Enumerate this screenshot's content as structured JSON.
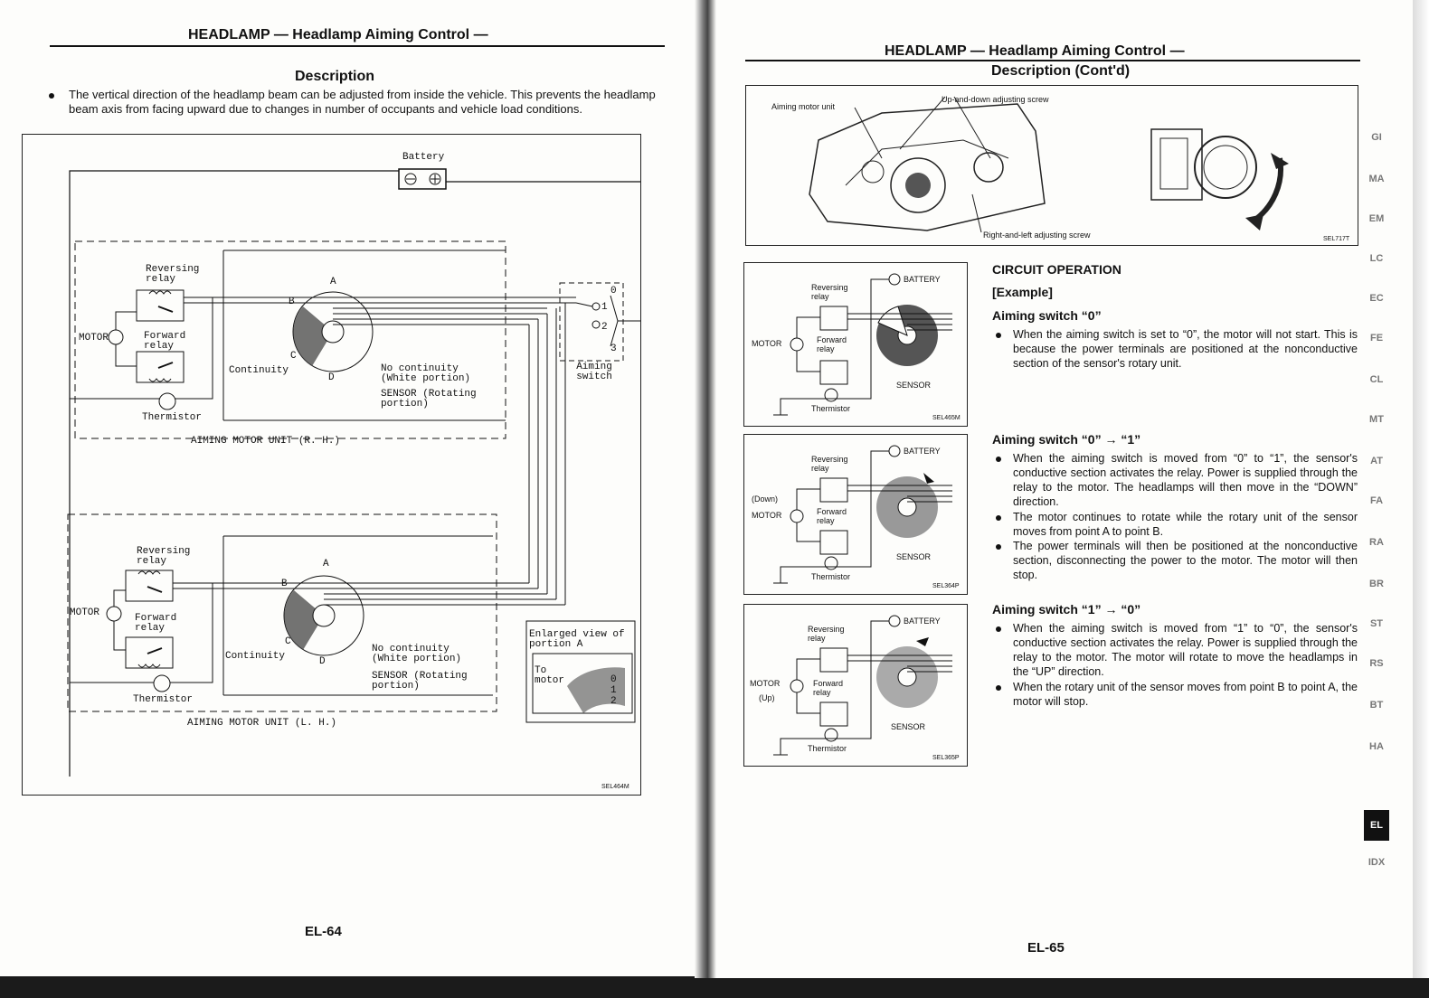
{
  "left_page": {
    "header": "HEADLAMP — Headlamp Aiming Control —",
    "section_title": "Description",
    "intro_text": "The vertical direction of the headlamp beam can be adjusted from inside the vehicle. This prevents the headlamp beam axis from facing upward due to changes in number of occupants and vehicle load conditions.",
    "page_number": "EL-64",
    "diagram": {
      "battery": "Battery",
      "reversing_relay": "Reversing relay",
      "forward_relay": "Forward relay",
      "motor": "MOTOR",
      "thermistor": "Thermistor",
      "continuity": "Continuity",
      "no_continuity": "No continuity (White portion)",
      "sensor": "SENSOR (Rotating portion)",
      "aiming_switch": "Aiming switch",
      "unit_rh": "AIMING MOTOR UNIT (R. H.)",
      "unit_lh": "AIMING MOTOR UNIT (L. H.)",
      "enlarged_view": "Enlarged view of portion A",
      "to_motor": "To motor",
      "point_a": "A",
      "point_b": "B",
      "point_c": "C",
      "point_d": "D",
      "pos_0": "0",
      "pos_1": "1",
      "pos_2": "2",
      "pos_3": "3",
      "code": "SEL464M"
    }
  },
  "right_page": {
    "header": "HEADLAMP — Headlamp Aiming Control —",
    "section_title": "Description (Cont'd)",
    "page_number": "EL-65",
    "top_figure": {
      "aiming_motor_unit": "Aiming motor unit",
      "up_down_screw": "Up-and-down adjusting screw",
      "right_left_screw": "Right-and-left adjusting screw",
      "code": "SEL717T"
    },
    "small_diagrams": [
      {
        "code": "SEL465M",
        "extra": ""
      },
      {
        "code": "SEL364P",
        "extra": "(Down)"
      },
      {
        "code": "SEL365P",
        "extra": "(Up)"
      }
    ],
    "diagram_labels": {
      "battery": "BATTERY",
      "reversing_relay": "Reversing relay",
      "forward_relay": "Forward relay",
      "motor": "MOTOR",
      "sensor": "SENSOR",
      "thermistor": "Thermistor"
    },
    "circuit_operation": {
      "heading": "CIRCUIT OPERATION",
      "example": "[Example]",
      "case1": {
        "title": "Aiming switch “0”",
        "bullets": [
          "When the aiming switch is set to “0”, the motor will not start. This is because the power terminals are positioned at the nonconductive section of the sensor's rotary unit."
        ]
      },
      "case2": {
        "title": "Aiming switch “0” → “1”",
        "bullets": [
          "When the aiming switch is moved from “0” to “1”, the sensor's conductive section activates the relay. Power is supplied through the relay to the motor. The headlamps will then move in the “DOWN” direction.",
          "The motor continues to rotate while the rotary unit of the sensor moves from point A to point B.",
          "The power terminals will then be positioned at the nonconductive section, disconnecting the power to the motor. The motor will then stop."
        ]
      },
      "case3": {
        "title": "Aiming switch “1” → “0”",
        "bullets": [
          "When the aiming switch is moved from “1” to “0”, the sensor's conductive section activates the relay. Power is supplied through the relay to the motor. The motor will rotate to move the headlamps in the “UP” direction.",
          "When the rotary unit of the sensor moves from point B to point A, the motor will stop."
        ]
      }
    }
  },
  "side_tabs": [
    "GI",
    "MA",
    "EM",
    "LC",
    "EC",
    "FE",
    "CL",
    "MT",
    "AT",
    "FA",
    "RA",
    "BR",
    "ST",
    "RS",
    "BT",
    "HA",
    "EL",
    "IDX"
  ],
  "active_tab": "EL"
}
